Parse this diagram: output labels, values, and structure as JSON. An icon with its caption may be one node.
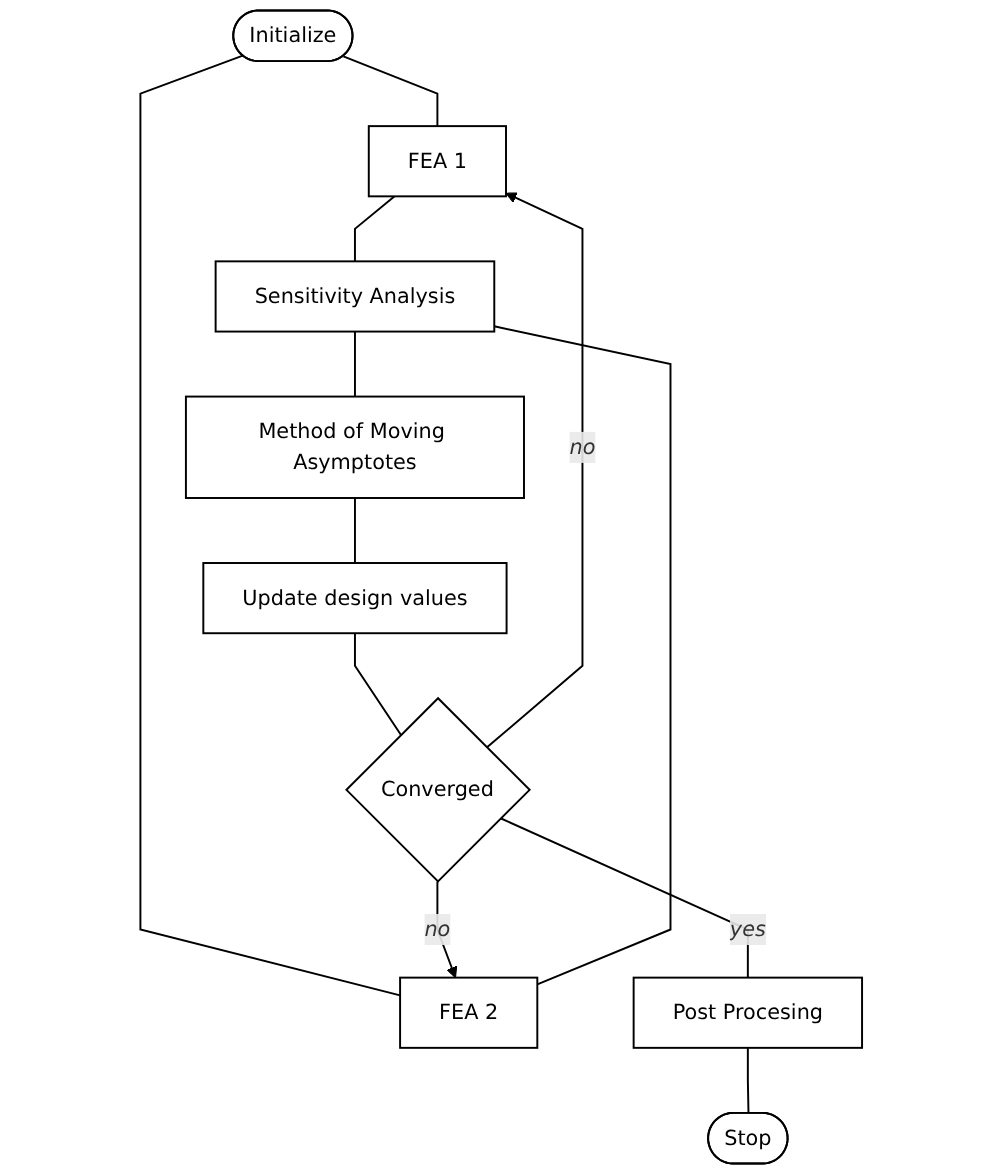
{
  "diagram": {
    "nodes": [
      {
        "text": [
          "Initialize"
        ]
      },
      {
        "text": [
          "FEA 1"
        ]
      },
      {
        "text": [
          "FEA 2"
        ]
      },
      {
        "text": [
          "Sensitivity Analysis"
        ]
      },
      {
        "text": [
          "Method of Moving Asymptotes"
        ]
      },
      {
        "text": [
          "Update design values"
        ]
      },
      {
        "text": [
          "Converged"
        ]
      },
      {
        "text": [
          "Post Procesing"
        ]
      },
      {
        "text": [
          "Stop"
        ]
      }
    ],
    "edges": [
      {
        "from": 0,
        "to": 1,
        "arrow": "none"
      },
      {
        "from": 0,
        "to": 2,
        "arrow": "none"
      },
      {
        "from": 1,
        "to": 3,
        "arrow": "none"
      },
      {
        "from": 2,
        "to": 3,
        "arrow": "none"
      },
      {
        "from": 3,
        "to": 4,
        "arrow": "none"
      },
      {
        "from": 4,
        "to": 5,
        "arrow": "none"
      },
      {
        "from": 5,
        "to": 6,
        "arrow": "none"
      },
      {
        "from": 6,
        "to": 1,
        "arrow": "to",
        "label": "no"
      },
      {
        "from": 6,
        "to": 2,
        "arrow": "to",
        "label": "no"
      },
      {
        "from": 6,
        "to": 7,
        "arrow": "none",
        "label": "yes"
      },
      {
        "from": 7,
        "to": 8,
        "arrow": "none"
      }
    ]
  }
}
